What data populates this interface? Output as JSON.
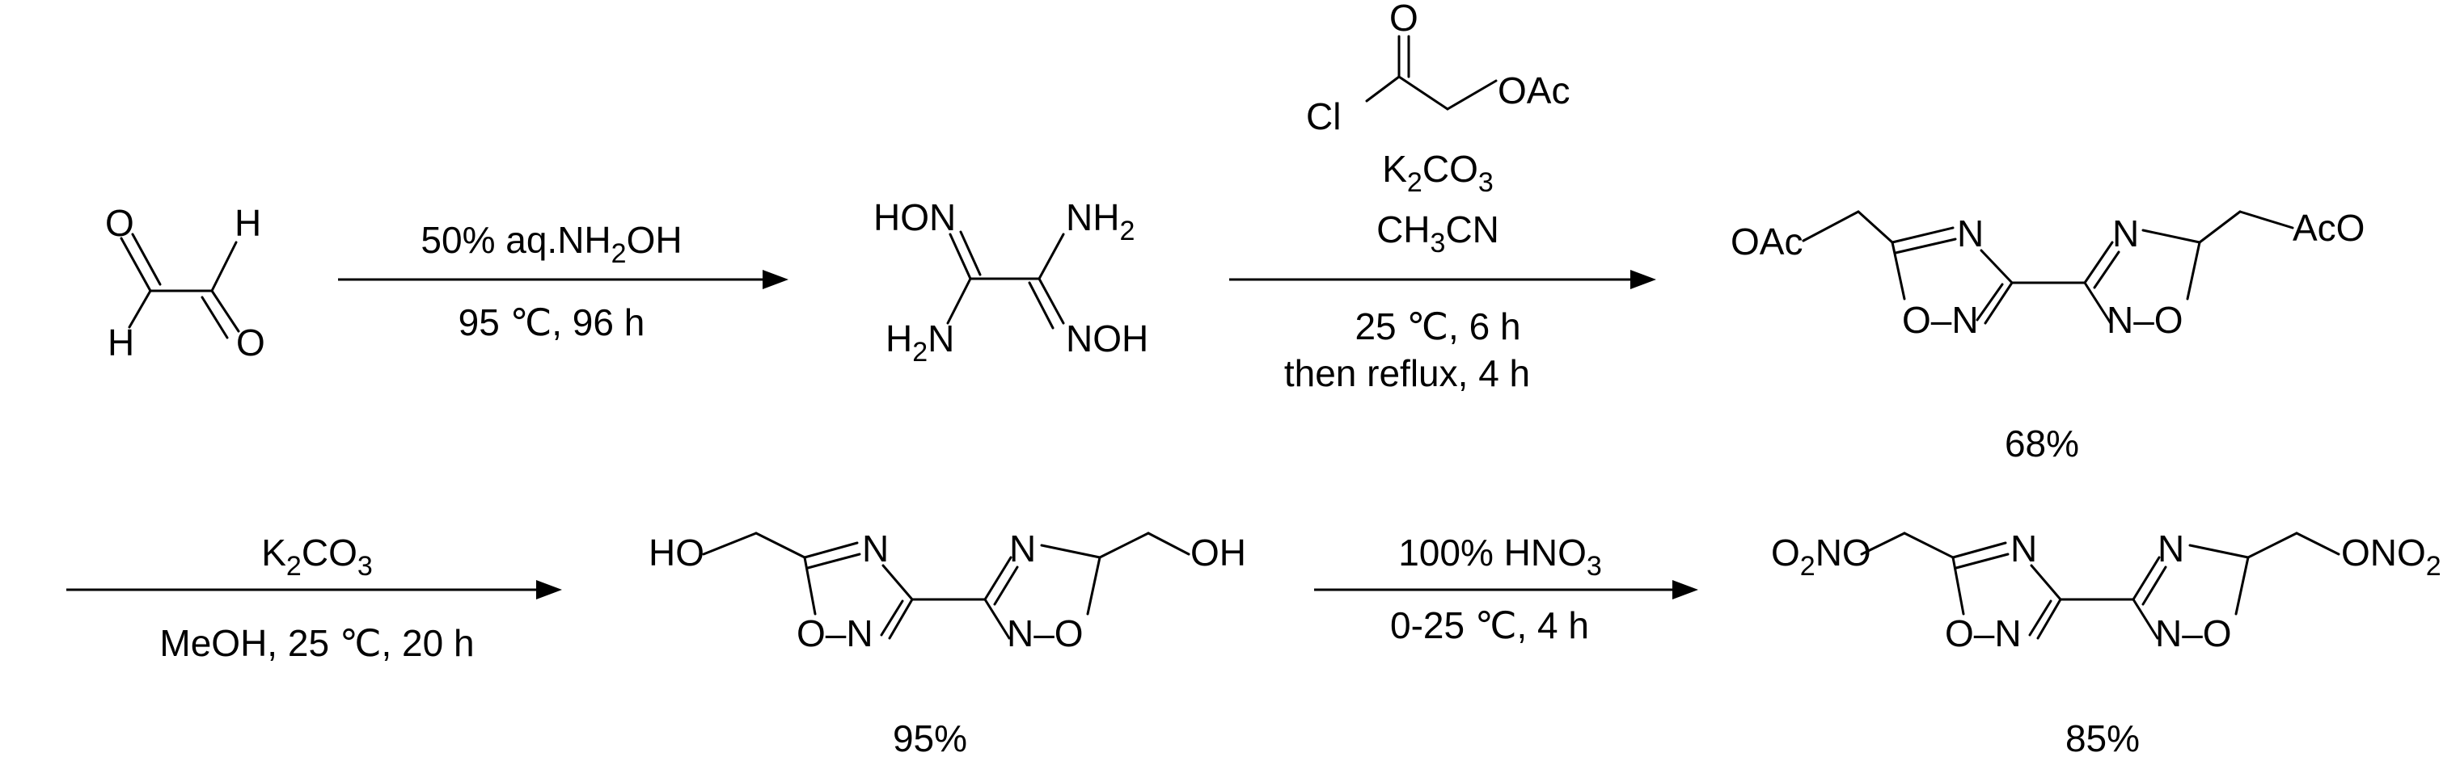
{
  "scheme": {
    "step1": {
      "reagent_html": "50% aq.NH<tspan class='sub' dy='12'>2</tspan><tspan dy='-12'>OH</tspan>",
      "reagent": "50% aq.NH2OH",
      "conditions": "95 ℃, 96 h"
    },
    "step2": {
      "reagent_k2co3": "K2CO3",
      "solvent": "CH3CN",
      "conditions_1": "25 ℃, 6 h",
      "conditions_2": "then reflux, 4 h",
      "yield": "68%"
    },
    "step3": {
      "reagent": "K2CO3",
      "conditions": "MeOH, 25 ℃, 20 h",
      "yield": "95%"
    },
    "step4": {
      "reagent": "100% HNO3",
      "conditions": "0-25 ℃, 4 h",
      "yield": "85%"
    },
    "labels": {
      "O": "O",
      "H": "H",
      "N": "N",
      "Cl": "Cl",
      "OAc": "OAc",
      "AcO": "AcO",
      "HON": "HON",
      "NOH": "NOH",
      "NH2": "NH2",
      "H2N": "H2N",
      "HO": "HO",
      "OH": "OH",
      "O2NO": "O2NO",
      "ONO2": "ONO2",
      "ring_ON": "O–N",
      "ring_NO": "N–O"
    }
  }
}
